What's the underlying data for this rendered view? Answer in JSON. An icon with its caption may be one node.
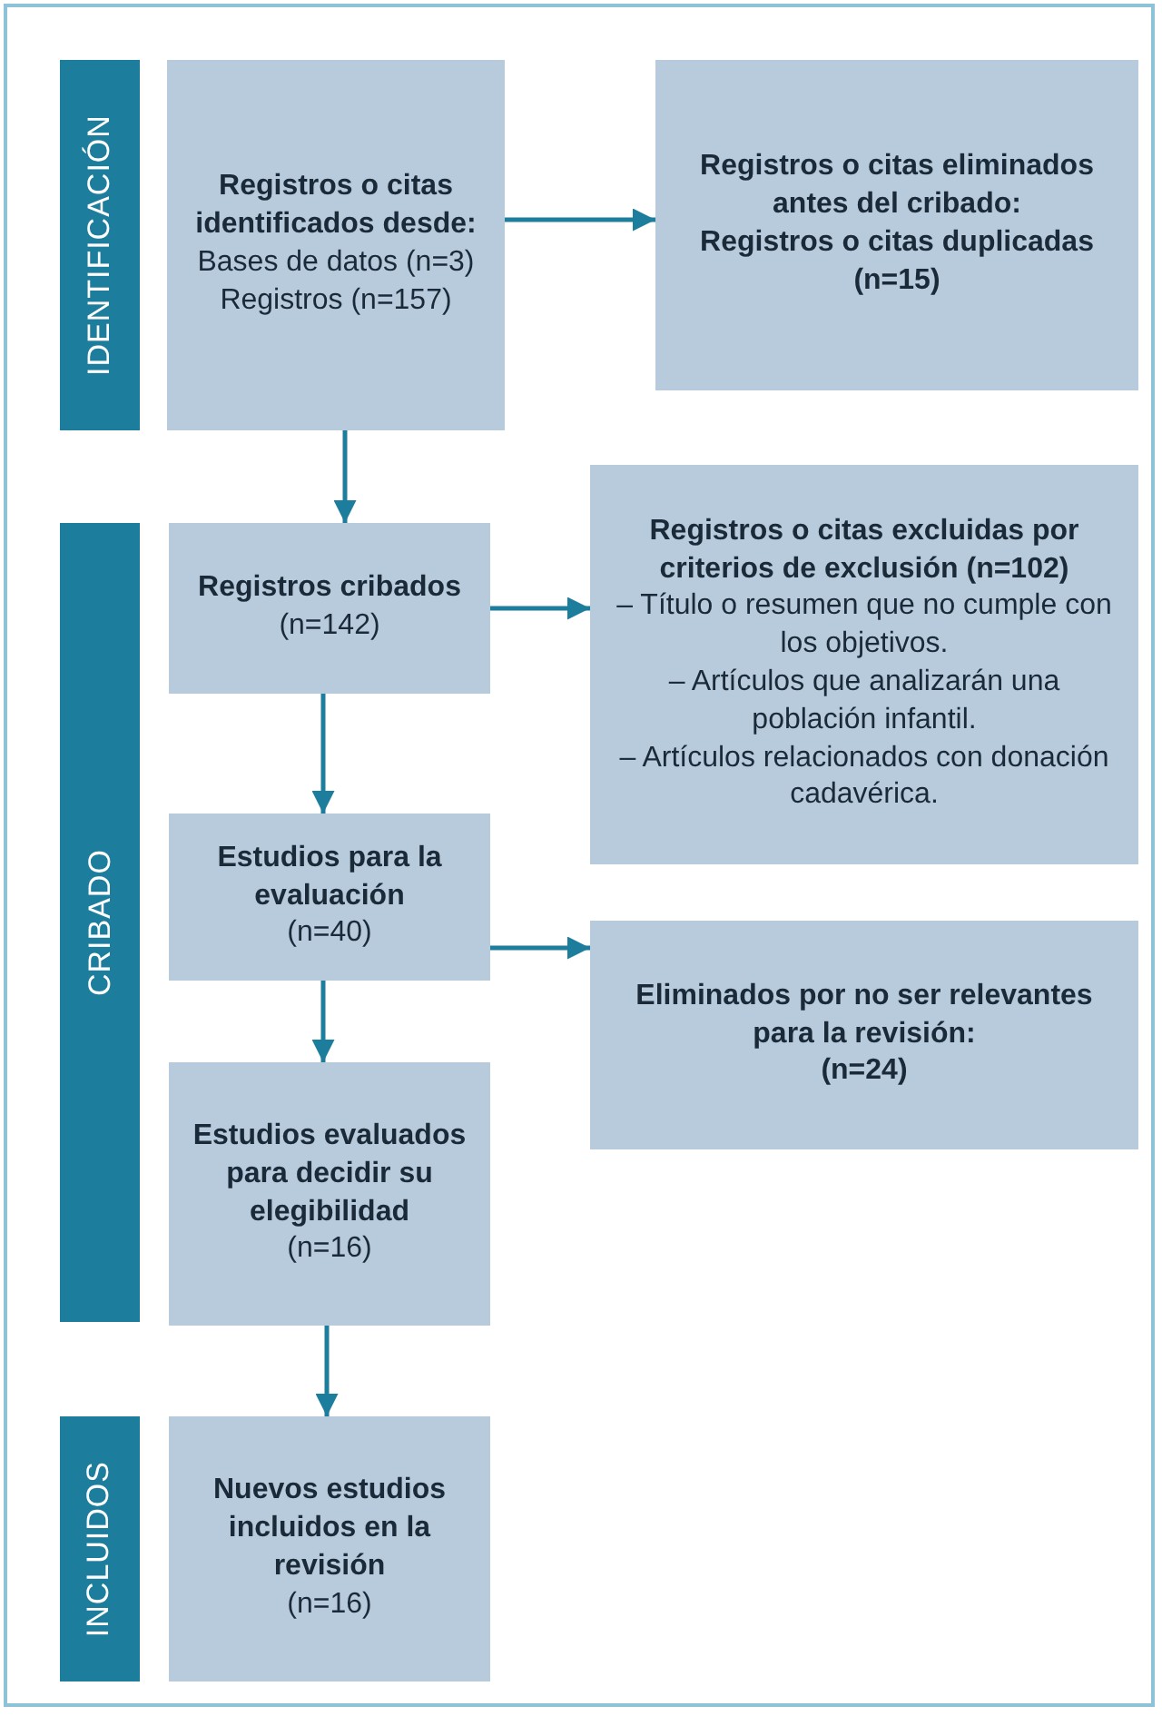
{
  "diagram": {
    "nodes": [
      {
        "text": [
          "IDENTIFICACIÓN"
        ]
      },
      {
        "text": [
          "Registros o citas identificados desde:",
          "Bases de datos (n=3)",
          "Registros (n=157)"
        ]
      },
      {
        "text": [
          "Registros o citas eliminados antes del cribado:",
          "Registros o citas duplicadas",
          "(n=15)"
        ]
      },
      {
        "text": [
          "CRIBADO"
        ]
      },
      {
        "text": [
          "Registros cribados",
          "(n=142)"
        ]
      },
      {
        "text": [
          "Registros o citas excluidas por criterios de exclusión (n=102)",
          "– Título o resumen que no cumple con los objetivos.",
          "– Artículos que analizarán una población infantil.",
          "– Artículos relacionados con donación cadavérica."
        ]
      },
      {
        "text": [
          "Estudios para la evaluación",
          "(n=40)"
        ]
      },
      {
        "text": [
          "Eliminados por no ser relevantes para la revisión:",
          "(n=24)"
        ]
      },
      {
        "text": [
          "Estudios evaluados para decidir su elegibilidad",
          "(n=16)"
        ]
      },
      {
        "text": [
          "INCLUIDOS"
        ]
      },
      {
        "text": [
          "Nuevos estudios incluidos en la revisión",
          "(n=16)"
        ]
      }
    ],
    "edges": [
      {
        "from": 1,
        "to": 2,
        "arrow": "to"
      },
      {
        "from": 1,
        "to": 4,
        "arrow": "to"
      },
      {
        "from": 4,
        "to": 5,
        "arrow": "to"
      },
      {
        "from": 4,
        "to": 6,
        "arrow": "to"
      },
      {
        "from": 6,
        "to": 7,
        "arrow": "to"
      },
      {
        "from": 6,
        "to": 8,
        "arrow": "to"
      },
      {
        "from": 8,
        "to": 10,
        "arrow": "to"
      }
    ]
  }
}
